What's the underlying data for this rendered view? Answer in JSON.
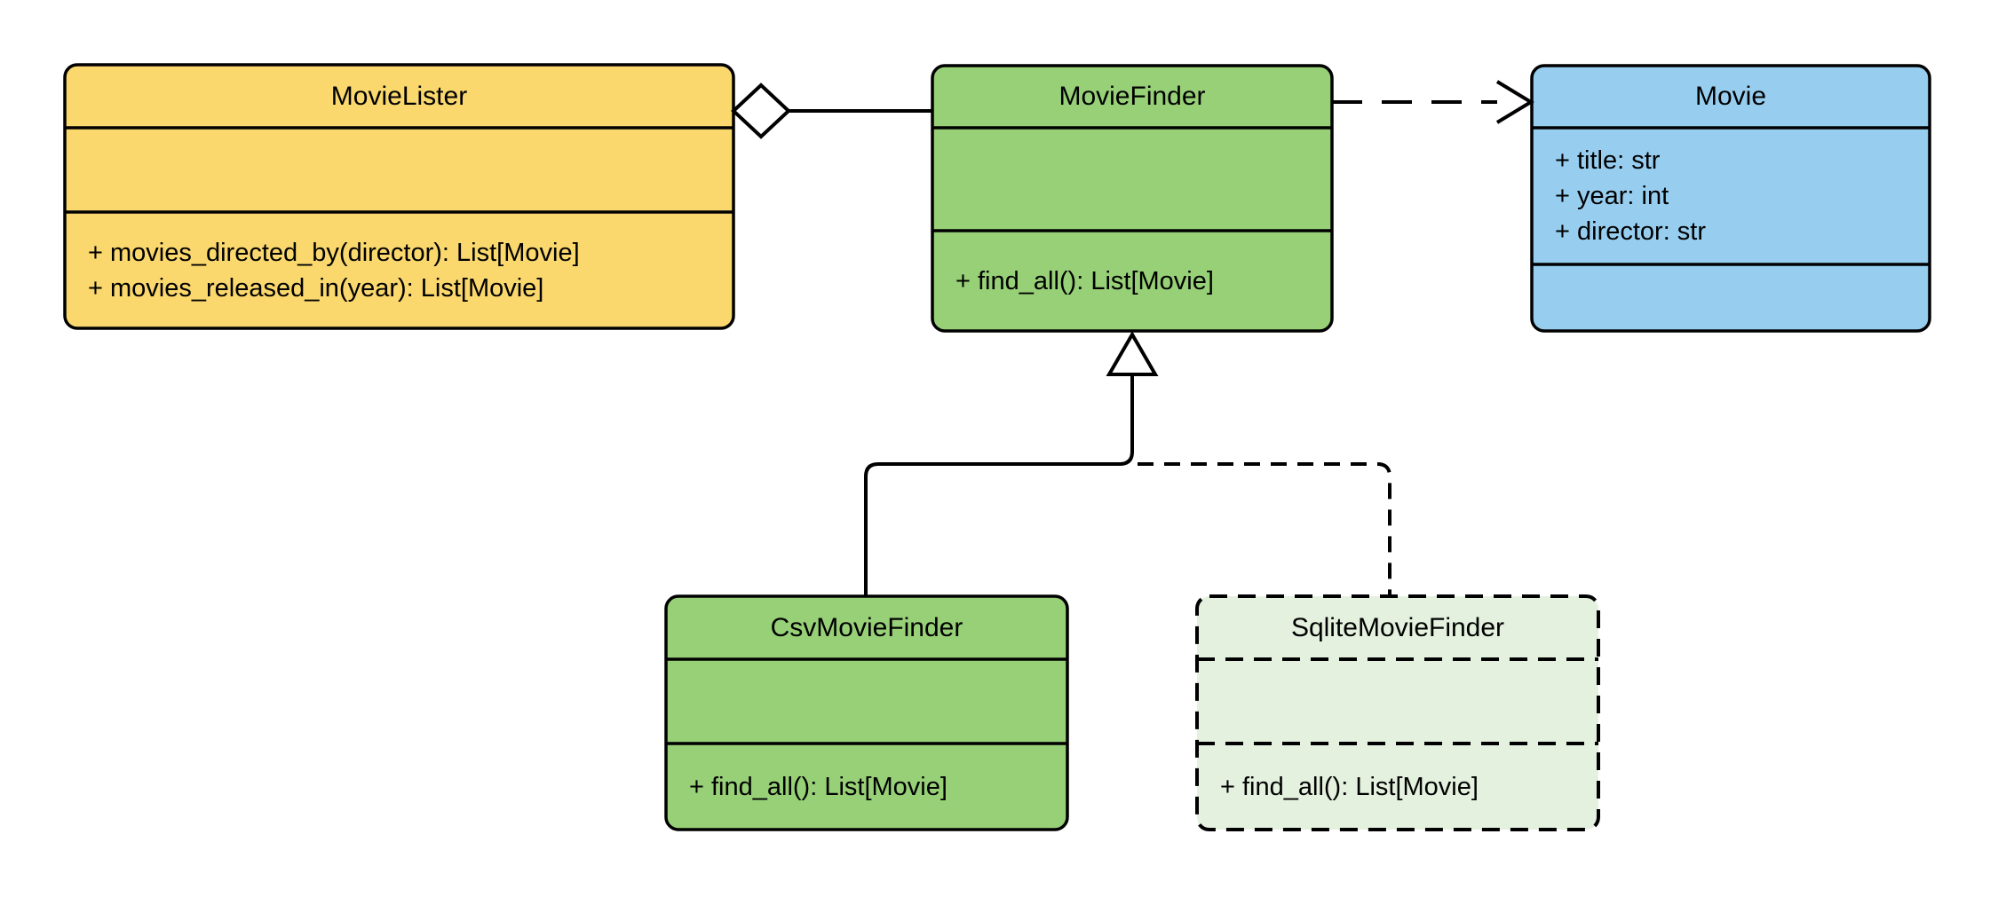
{
  "diagram_type": "uml-class-diagram",
  "classes": {
    "movie_lister": {
      "name": "MovieLister",
      "attributes": [],
      "methods": [
        "+ movies_directed_by(director): List[Movie]",
        "+ movies_released_in(year): List[Movie]"
      ],
      "fill_color": "#FAD86E",
      "border_style": "solid"
    },
    "movie_finder": {
      "name": "MovieFinder",
      "attributes": [],
      "methods": [
        "+ find_all(): List[Movie]"
      ],
      "fill_color": "#97D077",
      "border_style": "solid"
    },
    "movie": {
      "name": "Movie",
      "attributes": [
        "+ title: str",
        "+ year: int",
        "+ director: str"
      ],
      "methods": [],
      "fill_color": "#97CEF0",
      "border_style": "solid"
    },
    "csv_movie_finder": {
      "name": "CsvMovieFinder",
      "attributes": [],
      "methods": [
        "+ find_all(): List[Movie]"
      ],
      "fill_color": "#97D077",
      "border_style": "solid"
    },
    "sqlite_movie_finder": {
      "name": "SqliteMovieFinder",
      "attributes": [],
      "methods": [
        "+ find_all(): List[Movie]"
      ],
      "fill_color": "#E4F1DE",
      "border_style": "dashed"
    }
  },
  "relationships": [
    {
      "type": "aggregation",
      "owner": "MovieLister",
      "part": "MovieFinder",
      "line_style": "solid",
      "marker": "open-diamond"
    },
    {
      "type": "dependency",
      "from": "MovieFinder",
      "to": "Movie",
      "line_style": "dashed",
      "marker": "open-arrow"
    },
    {
      "type": "generalization",
      "child": "CsvMovieFinder",
      "parent": "MovieFinder",
      "line_style": "solid",
      "marker": "hollow-triangle"
    },
    {
      "type": "generalization",
      "child": "SqliteMovieFinder",
      "parent": "MovieFinder",
      "line_style": "dashed",
      "marker": "hollow-triangle"
    }
  ],
  "colors": {
    "line": "#000000",
    "background": "#FFFFFF",
    "marker_fill": "#FFFFFF"
  }
}
